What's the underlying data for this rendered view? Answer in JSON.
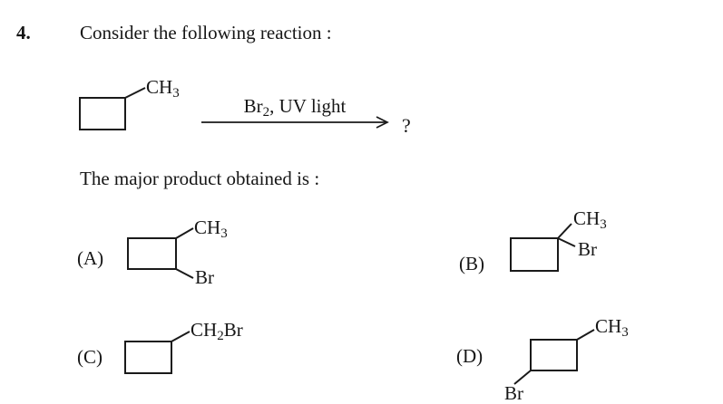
{
  "page": {
    "background_color": "#ffffff",
    "ink_color": "#1a1a1a"
  },
  "question": {
    "number": "4.",
    "prompt": "Consider the following reaction :",
    "product_question": "The major product obtained is :"
  },
  "reaction": {
    "reactant_substituent": {
      "main": "CH",
      "sub": "3"
    },
    "arrow_conditions": {
      "reagent_main": "Br",
      "reagent_sub": "2",
      "rest": ", UV light"
    },
    "product_placeholder": "?"
  },
  "options": [
    {
      "label": "(A)",
      "groups": [
        {
          "main": "CH",
          "sub": "3"
        },
        {
          "main": "Br"
        }
      ]
    },
    {
      "label": "(B)",
      "groups": [
        {
          "main": "CH",
          "sub": "3"
        },
        {
          "main": "Br"
        }
      ]
    },
    {
      "label": "(C)",
      "groups": [
        {
          "main": "CH",
          "sub": "2",
          "rest": "Br"
        }
      ]
    },
    {
      "label": "(D)",
      "groups": [
        {
          "main": "CH",
          "sub": "3"
        },
        {
          "main": "Br"
        }
      ]
    }
  ]
}
